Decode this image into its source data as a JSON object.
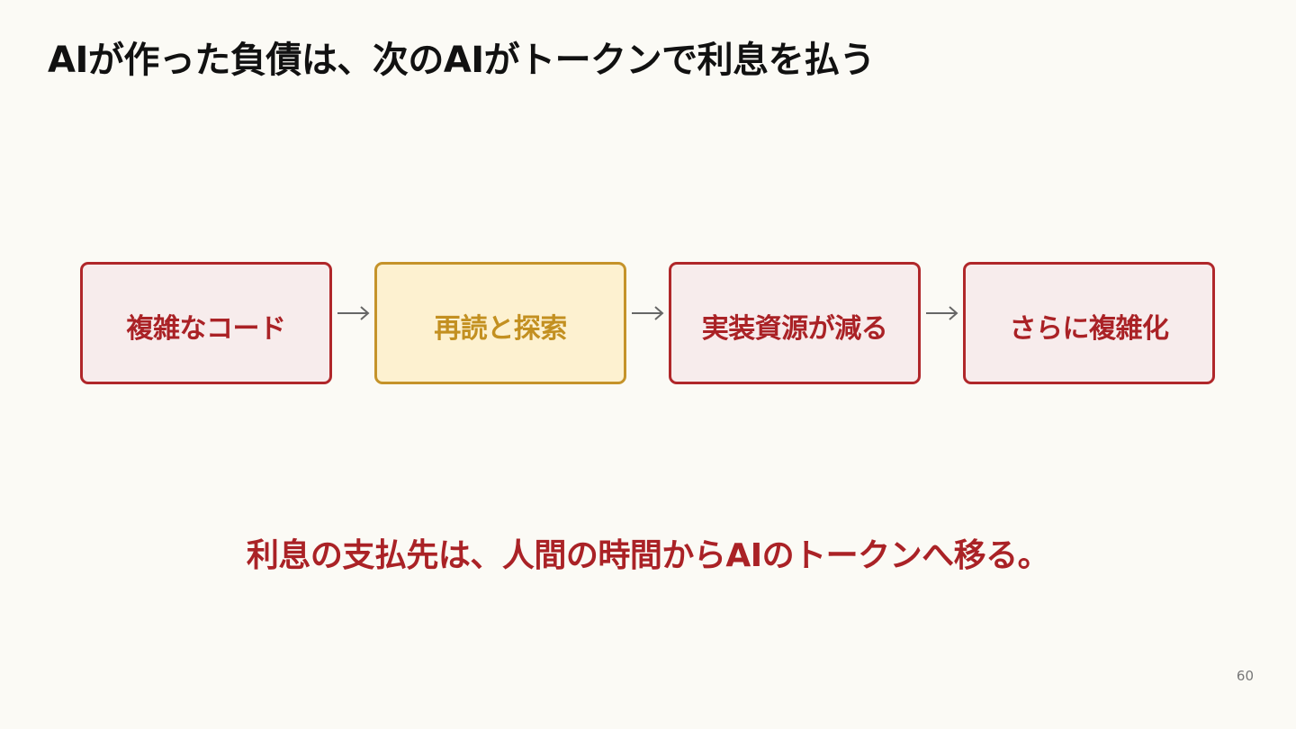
{
  "slide": {
    "title": "AIが作った負債は、次のAIがトークンで利息を払う",
    "flow": [
      {
        "label": "複雑なコード",
        "highlight": false
      },
      {
        "label": "再読と探索",
        "highlight": true
      },
      {
        "label": "実装資源が減る",
        "highlight": false
      },
      {
        "label": "さらに複雑化",
        "highlight": false
      }
    ],
    "summary": "利息の支払先は、人間の時間からAIのトークンへ移る。",
    "page_number": "60"
  },
  "colors": {
    "background": "#fbfaf5",
    "accent_red": "#aa2226",
    "box_border_red": "#b0272a",
    "box_fill_red": "#f7ecec",
    "highlight_border": "#c5932a",
    "highlight_fill": "#fdf1d0",
    "highlight_text": "#c39021",
    "arrow": "#666666"
  },
  "icons": {
    "flow_arrow": "right-arrow-icon"
  }
}
